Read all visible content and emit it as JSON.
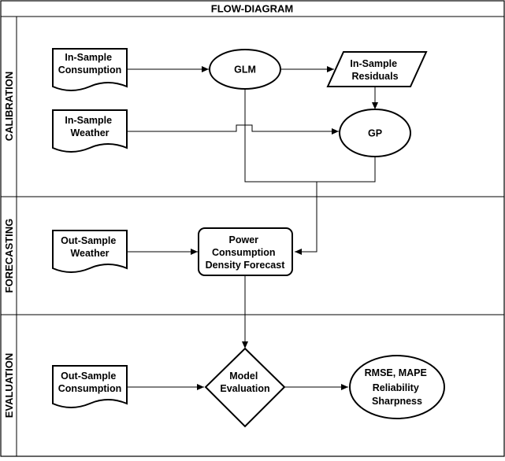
{
  "title": "FLOW-DIAGRAM",
  "lanes": {
    "calibration": "CALIBRATION",
    "forecasting": "FORECASTING",
    "evaluation": "EVALUATION"
  },
  "nodes": {
    "in_sample_consumption": [
      "In-Sample",
      "Consumption"
    ],
    "in_sample_weather": [
      "In-Sample",
      "Weather"
    ],
    "glm": [
      "GLM"
    ],
    "in_sample_residuals": [
      "In-Sample",
      "Residuals"
    ],
    "gp": [
      "GP"
    ],
    "out_sample_weather": [
      "Out-Sample",
      "Weather"
    ],
    "forecast": [
      "Power",
      "Consumption",
      "Density Forecast"
    ],
    "out_sample_consumption": [
      "Out-Sample",
      "Consumption"
    ],
    "model_evaluation": [
      "Model",
      "Evaluation"
    ],
    "metrics": [
      "RMSE, MAPE",
      "Reliability",
      "Sharpness"
    ]
  }
}
